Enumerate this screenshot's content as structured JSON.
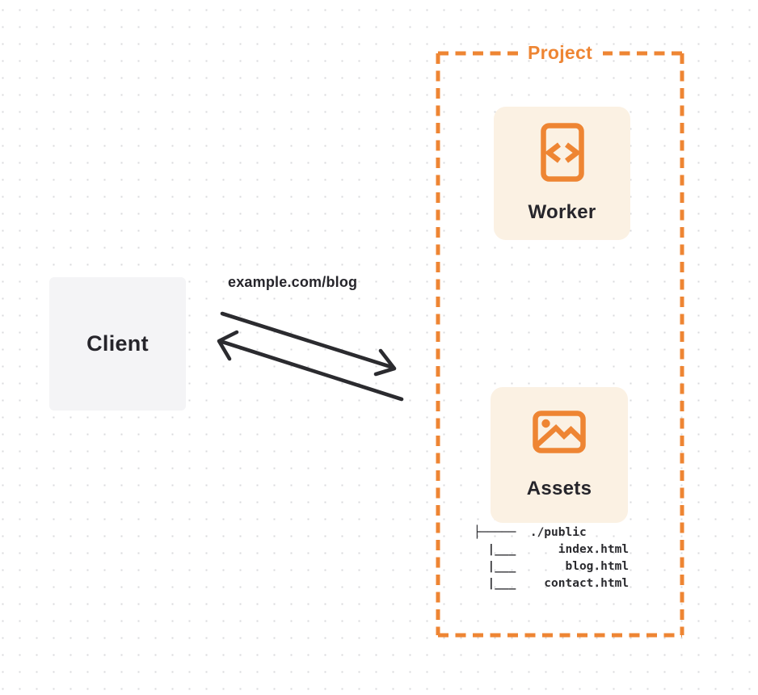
{
  "colors": {
    "orange": "#EE8533",
    "card_bg": "#FBF1E3",
    "text_dark": "#26252B",
    "client_bg": "#F4F4F6",
    "arrow": "#2B2B2F",
    "dot": "#D9DADC"
  },
  "client": {
    "label": "Client"
  },
  "request": {
    "label": "example.com/blog"
  },
  "project": {
    "label": "Project",
    "worker": {
      "label": "Worker",
      "icon": "code-file-icon"
    },
    "assets": {
      "label": "Assets",
      "icon": "image-icon"
    },
    "file_tree": {
      "lines": [
        "├─────  ./public",
        "  |___      index.html",
        "  |___       blog.html",
        "  |___    contact.html"
      ]
    }
  }
}
